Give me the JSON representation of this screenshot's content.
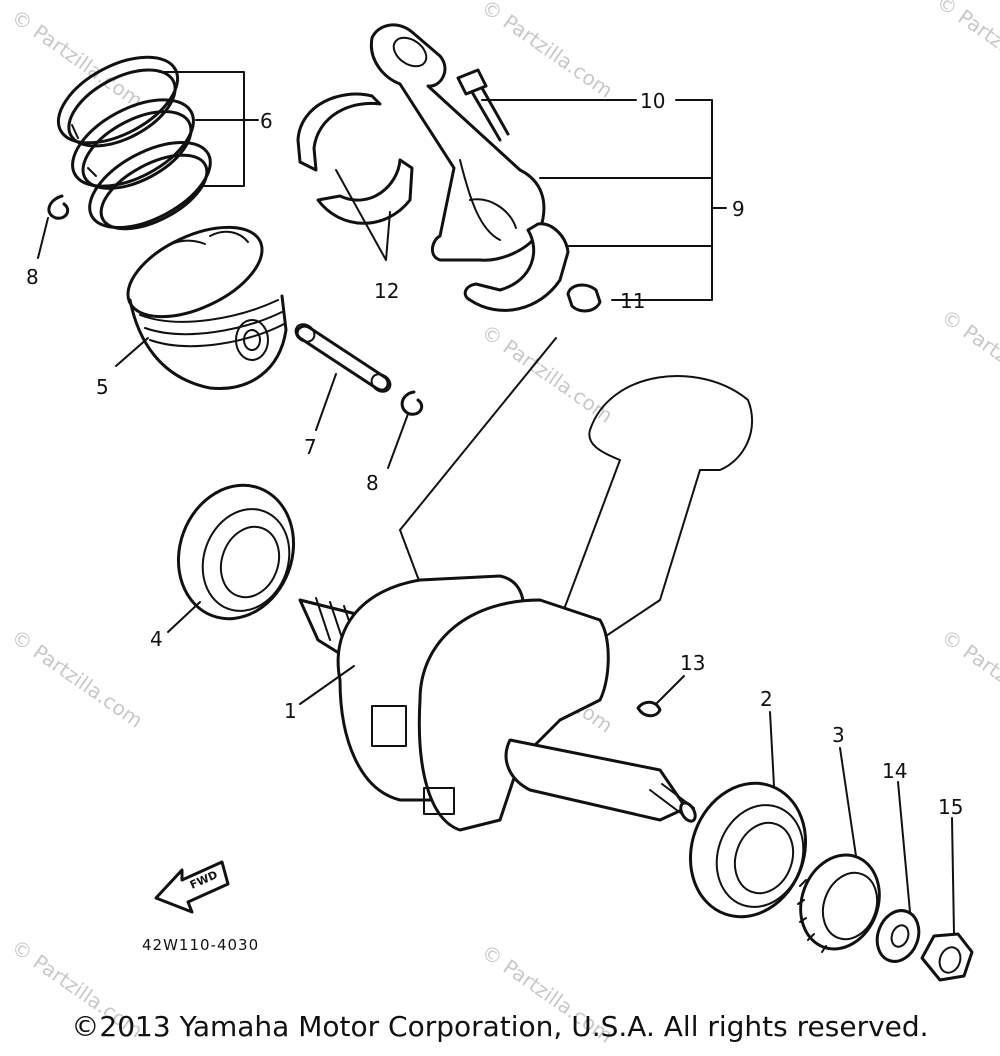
{
  "callouts": [
    "1",
    "2",
    "3",
    "4",
    "5",
    "6",
    "7",
    "8",
    "8",
    "9",
    "10",
    "11",
    "12",
    "13",
    "14",
    "15"
  ],
  "diagram_code": "42W110-4030",
  "fwd_label": "FWD",
  "watermark": "© Partzilla.com",
  "copyright": "©2013 Yamaha Motor Corporation, U.S.A. All rights reserved."
}
